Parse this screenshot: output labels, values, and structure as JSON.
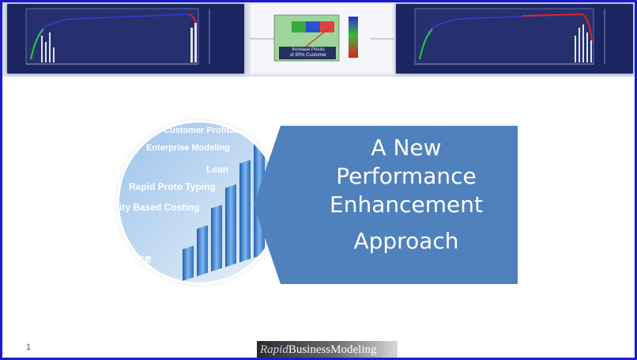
{
  "slide": {
    "title_lines": [
      "A New",
      "Performance",
      "Enhancement"
    ],
    "title_last_line": "Approach",
    "page_number": "1"
  },
  "logo": {
    "italic_part": "Rapid",
    "regular_part": "BusinessModeling"
  },
  "circle_image": {
    "words": [
      "Customer Profitab",
      "Enterprise Modeling",
      "Lean",
      "Rapid Proto Typing",
      "ity Based Costing",
      "lence"
    ]
  },
  "banner": {
    "middle_caption": [
      "Increase Prices",
      "of 80% Customer"
    ]
  },
  "colors": {
    "border": "#1a1ad0",
    "arrow_fill": "#4f81bd",
    "banner_panel": "#1b2560"
  }
}
